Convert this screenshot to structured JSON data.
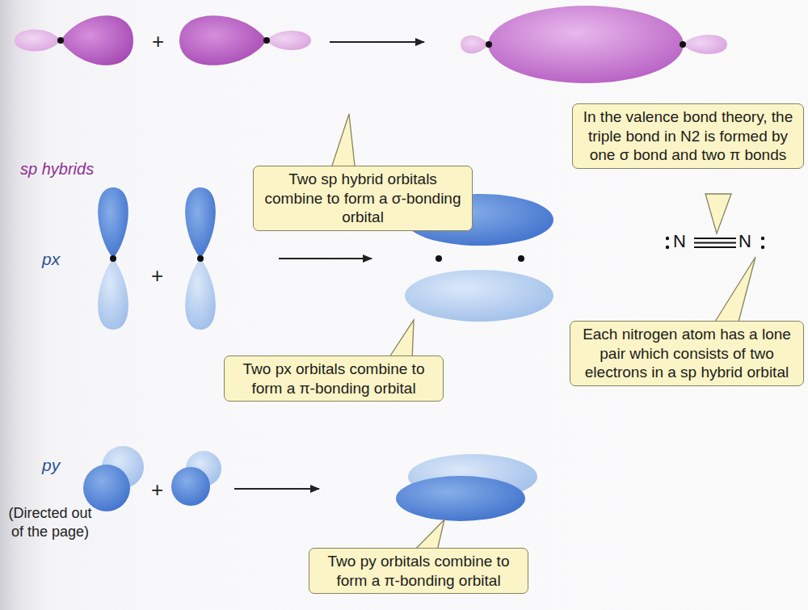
{
  "diagram": {
    "nodes": [
      {
        "text": [
          "Two sp hybrid orbitals combine to form a σ-bonding orbital"
        ]
      },
      {
        "text": [
          "In the valence bond theory, the triple bond in N2 is formed by one σ bond and two π bonds"
        ]
      },
      {
        "text": [
          "Two px orbitals combine to form a π-bonding orbital"
        ]
      },
      {
        "text": [
          "Each nitrogen atom has a lone pair which consists of two electrons in a sp hybrid orbital"
        ]
      },
      {
        "text": [
          "Two py orbitals combine to form a π-bonding orbital"
        ]
      }
    ],
    "labels": [
      "sp hybrids",
      "+",
      "px",
      "+",
      "N",
      "N",
      "py",
      "(Directed out of the page)",
      "+"
    ]
  }
}
